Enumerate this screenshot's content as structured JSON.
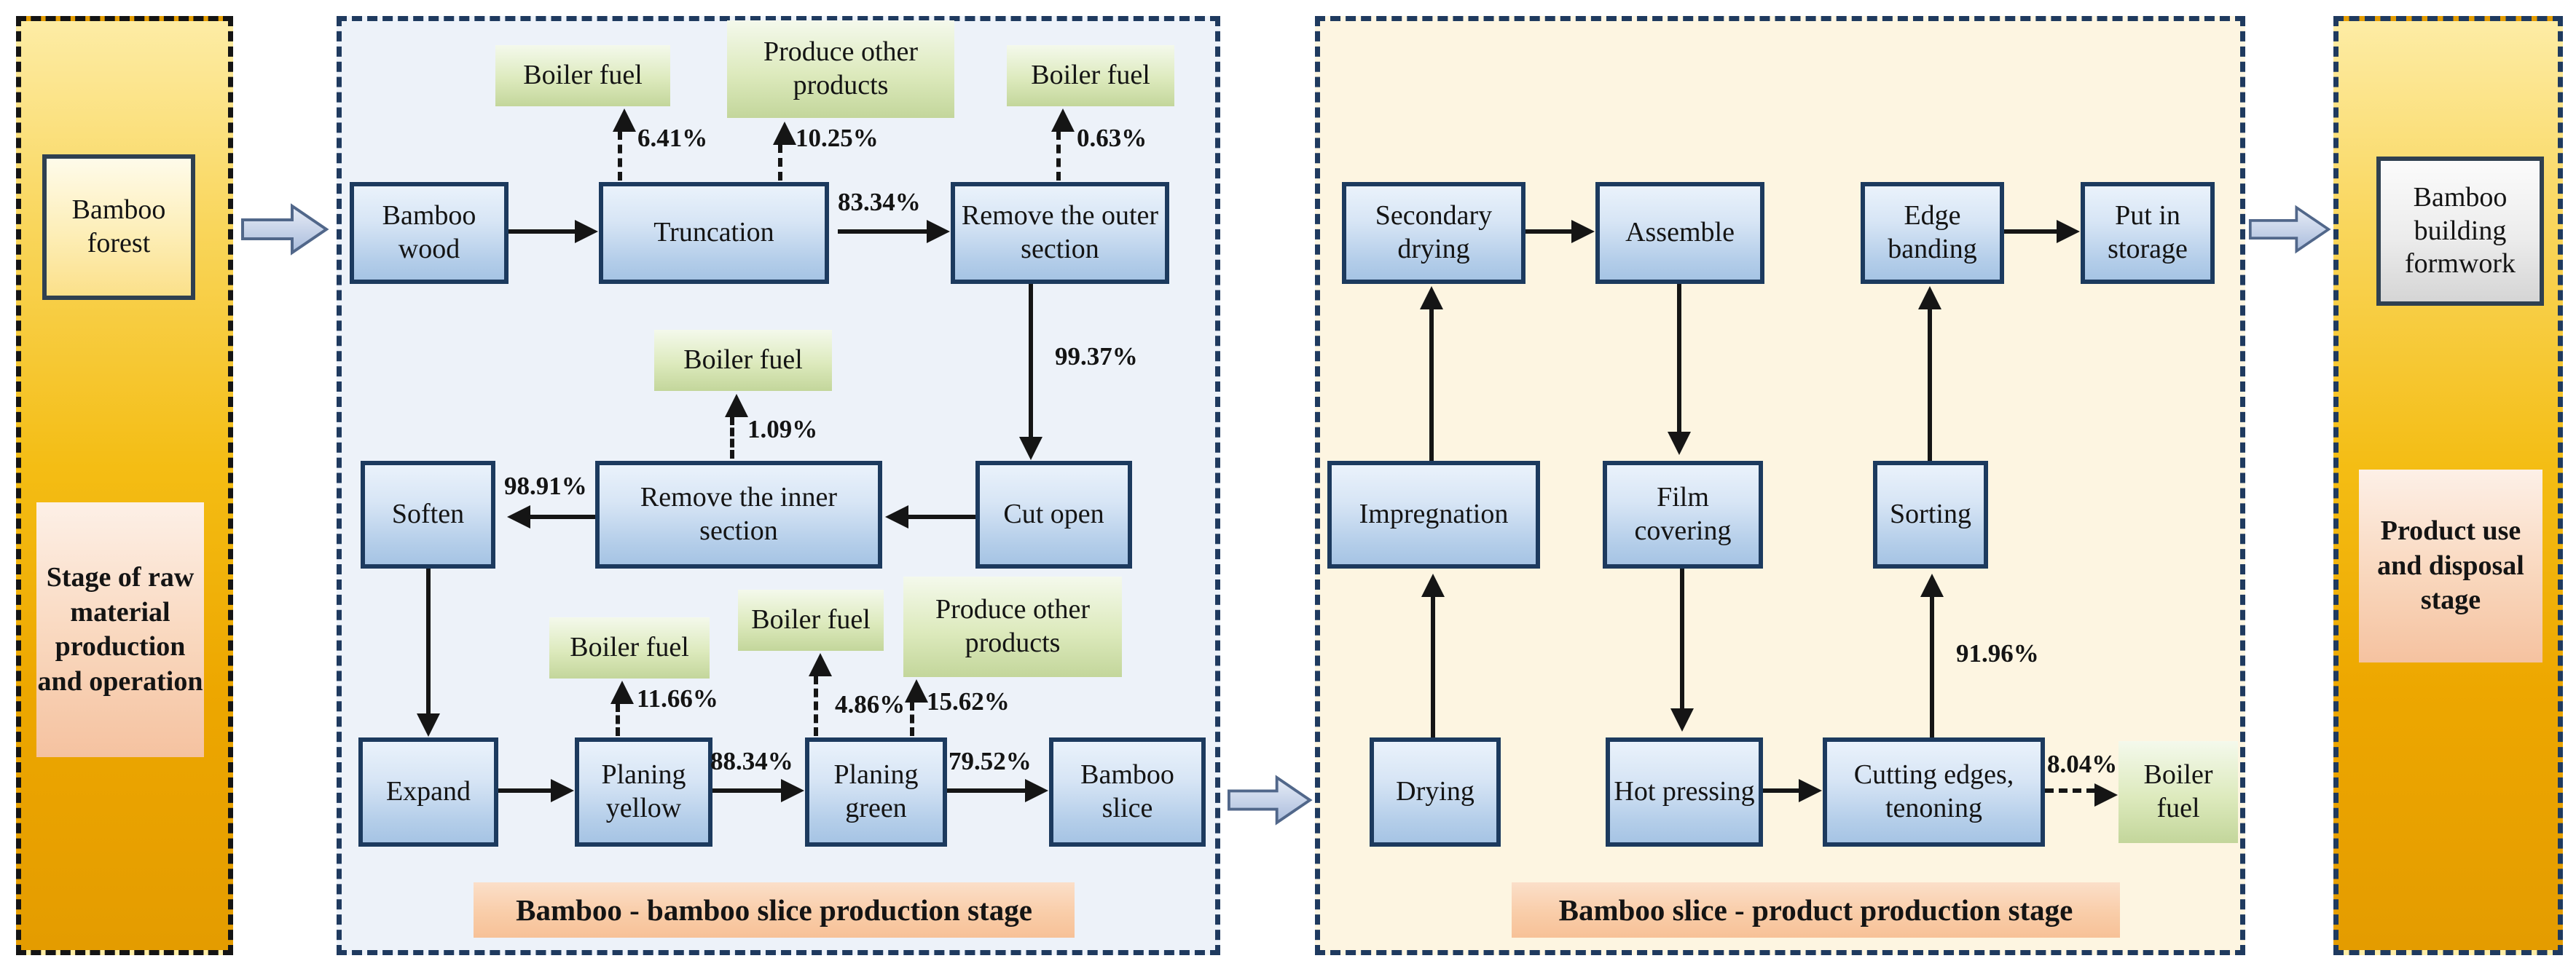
{
  "stages": {
    "left": {
      "box": "Bamboo forest",
      "label": "Stage of raw material production and operation"
    },
    "right": {
      "box": "Bamboo building formwork",
      "label": "Product use and disposal stage"
    }
  },
  "labels": {
    "boiler_fuel": "Boiler fuel",
    "produce_other": "Produce other products"
  },
  "blue": {
    "caption": "Bamboo - bamboo slice production stage",
    "bamboo_wood": "Bamboo wood",
    "truncation": "Truncation",
    "remove_outer": "Remove the outer section",
    "cut_open": "Cut open",
    "remove_inner": "Remove the inner section",
    "soften": "Soften",
    "expand": "Expand",
    "planing_yellow": "Planing yellow",
    "planing_green": "Planing green",
    "bamboo_slice": "Bamboo slice",
    "pct_truncation_boiler": "6.41%",
    "pct_truncation_other": "10.25%",
    "pct_remove_outer_boiler": "0.63%",
    "pct_to_remove_outer": "83.34%",
    "pct_to_cut_open": "99.37%",
    "pct_remove_inner_boiler": "1.09%",
    "pct_to_soften": "98.91%",
    "pct_planing_yellow_boiler": "11.66%",
    "pct_to_planing_green": "88.34%",
    "pct_planing_green_boiler": "4.86%",
    "pct_planing_green_other": "15.62%",
    "pct_to_bamboo_slice": "79.52%"
  },
  "cream": {
    "caption": "Bamboo slice - product production stage",
    "drying": "Drying",
    "impregnation": "Impregnation",
    "secondary_drying": "Secondary drying",
    "assemble": "Assemble",
    "film_covering": "Film covering",
    "hot_pressing": "Hot pressing",
    "cutting_edges": "Cutting edges, tenoning",
    "sorting": "Sorting",
    "edge_banding": "Edge banding",
    "put_in_storage": "Put in storage",
    "pct_to_sorting": "91.96%",
    "pct_cutting_boiler": "8.04%"
  },
  "colors": {
    "process_box_border": "#1c3a5e",
    "process_box_fill": "#b3cde9",
    "green_box_fill": "#c3d69b",
    "blue_panel_bg": "#edf2f9",
    "cream_panel_bg": "#fdf5e1",
    "panel_border": "#1f3a5f",
    "gold_panel_top": "#fdeca5",
    "gold_panel_bottom": "#e49c00",
    "caption_bg": "#f9cda9",
    "arrow_color": "#151515",
    "block_arrow_fill": "#bfcde6"
  }
}
